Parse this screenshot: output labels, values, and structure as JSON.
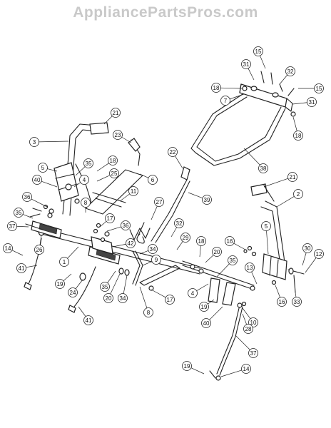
{
  "watermark": "AppliancePartsPros.com",
  "callouts": [
    {
      "id": "c15a",
      "label": "15"
    },
    {
      "id": "c31a",
      "label": "31"
    },
    {
      "id": "c32a",
      "label": "32"
    },
    {
      "id": "c18a",
      "label": "18"
    },
    {
      "id": "c7a",
      "label": "7"
    },
    {
      "id": "c15b",
      "label": "15"
    },
    {
      "id": "c31b",
      "label": "31"
    },
    {
      "id": "c18b",
      "label": "18"
    },
    {
      "id": "c38",
      "label": "38"
    },
    {
      "id": "c21a",
      "label": "21"
    },
    {
      "id": "c3",
      "label": "3"
    },
    {
      "id": "c23",
      "label": "23"
    },
    {
      "id": "c35a",
      "label": "35"
    },
    {
      "id": "c18c",
      "label": "18"
    },
    {
      "id": "c5a",
      "label": "5"
    },
    {
      "id": "c25",
      "label": "25"
    },
    {
      "id": "c4a",
      "label": "4"
    },
    {
      "id": "c40a",
      "label": "40"
    },
    {
      "id": "c22",
      "label": "22"
    },
    {
      "id": "c6",
      "label": "6"
    },
    {
      "id": "c11",
      "label": "11"
    },
    {
      "id": "c21b",
      "label": "21"
    },
    {
      "id": "c2",
      "label": "2"
    },
    {
      "id": "c27",
      "label": "27"
    },
    {
      "id": "c39",
      "label": "39"
    },
    {
      "id": "c36a",
      "label": "36"
    },
    {
      "id": "c8a",
      "label": "8"
    },
    {
      "id": "c35b",
      "label": "35"
    },
    {
      "id": "c17a",
      "label": "17"
    },
    {
      "id": "c36b",
      "label": "36"
    },
    {
      "id": "c37a",
      "label": "37"
    },
    {
      "id": "c32b",
      "label": "32"
    },
    {
      "id": "c5b",
      "label": "5"
    },
    {
      "id": "c29",
      "label": "29"
    },
    {
      "id": "c18d",
      "label": "18"
    },
    {
      "id": "c16a",
      "label": "16"
    },
    {
      "id": "c42",
      "label": "42"
    },
    {
      "id": "c26",
      "label": "26"
    },
    {
      "id": "c1",
      "label": "1"
    },
    {
      "id": "c14a",
      "label": "14"
    },
    {
      "id": "c34a",
      "label": "34"
    },
    {
      "id": "c20a",
      "label": "20"
    },
    {
      "id": "c9",
      "label": "9"
    },
    {
      "id": "c35c",
      "label": "35"
    },
    {
      "id": "c30",
      "label": "30"
    },
    {
      "id": "c12",
      "label": "12"
    },
    {
      "id": "c41a",
      "label": "41"
    },
    {
      "id": "c19a",
      "label": "19"
    },
    {
      "id": "c24",
      "label": "24"
    },
    {
      "id": "c35d",
      "label": "35"
    },
    {
      "id": "c20b",
      "label": "20"
    },
    {
      "id": "c34b",
      "label": "34"
    },
    {
      "id": "c17b",
      "label": "17"
    },
    {
      "id": "c13",
      "label": "13"
    },
    {
      "id": "c4b",
      "label": "4"
    },
    {
      "id": "c16b",
      "label": "16"
    },
    {
      "id": "c33",
      "label": "33"
    },
    {
      "id": "c8b",
      "label": "8"
    },
    {
      "id": "c19b",
      "label": "19"
    },
    {
      "id": "c10",
      "label": "10"
    },
    {
      "id": "c41b",
      "label": "41"
    },
    {
      "id": "c40b",
      "label": "40"
    },
    {
      "id": "c28",
      "label": "28"
    },
    {
      "id": "c37b",
      "label": "37"
    },
    {
      "id": "c19c",
      "label": "19"
    },
    {
      "id": "c14b",
      "label": "14"
    }
  ]
}
